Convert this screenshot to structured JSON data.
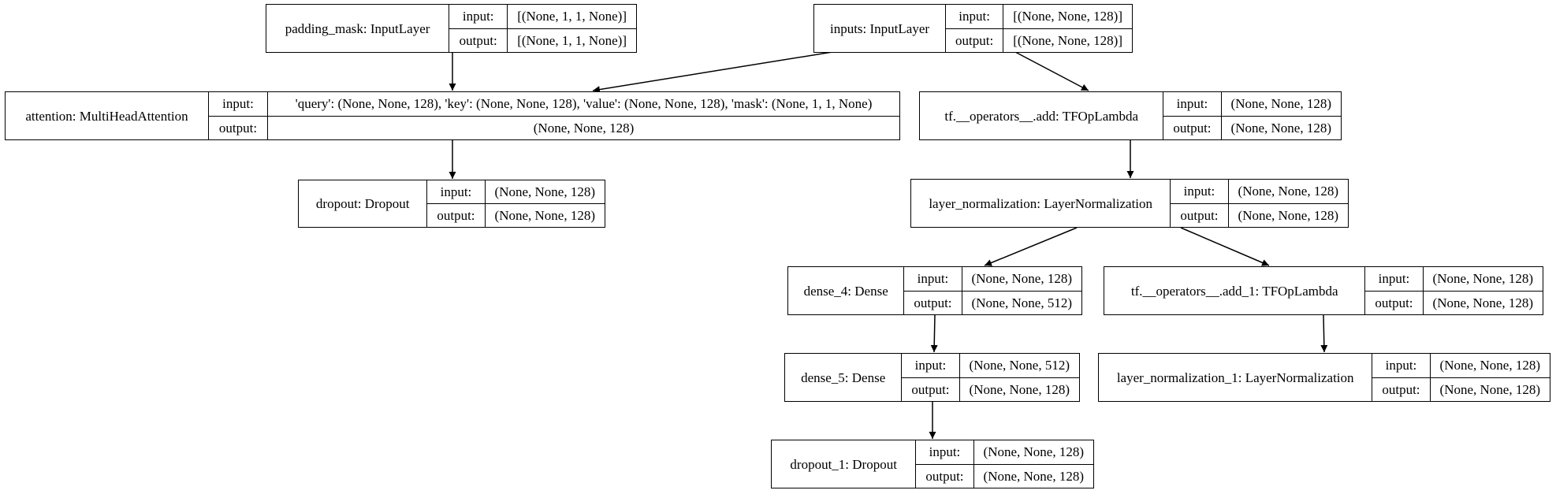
{
  "labels": {
    "input": "input:",
    "output": "output:"
  },
  "nodes": {
    "padding_mask": {
      "name": "padding_mask: InputLayer",
      "input": "[(None, 1, 1, None)]",
      "output": "[(None, 1, 1, None)]"
    },
    "inputs": {
      "name": "inputs: InputLayer",
      "input": "[(None, None, 128)]",
      "output": "[(None, None, 128)]"
    },
    "attention": {
      "name": "attention: MultiHeadAttention",
      "input": "'query': (None, None, 128), 'key': (None, None, 128), 'value': (None, None, 128), 'mask': (None, 1, 1, None)",
      "output": "(None, None, 128)"
    },
    "add": {
      "name": "tf.__operators__.add: TFOpLambda",
      "input": "(None, None, 128)",
      "output": "(None, None, 128)"
    },
    "dropout": {
      "name": "dropout: Dropout",
      "input": "(None, None, 128)",
      "output": "(None, None, 128)"
    },
    "layer_normalization": {
      "name": "layer_normalization: LayerNormalization",
      "input": "(None, None, 128)",
      "output": "(None, None, 128)"
    },
    "dense_4": {
      "name": "dense_4: Dense",
      "input": "(None, None, 128)",
      "output": "(None, None, 512)"
    },
    "add_1": {
      "name": "tf.__operators__.add_1: TFOpLambda",
      "input": "(None, None, 128)",
      "output": "(None, None, 128)"
    },
    "dense_5": {
      "name": "dense_5: Dense",
      "input": "(None, None, 512)",
      "output": "(None, None, 128)"
    },
    "layer_normalization_1": {
      "name": "layer_normalization_1: LayerNormalization",
      "input": "(None, None, 128)",
      "output": "(None, None, 128)"
    },
    "dropout_1": {
      "name": "dropout_1: Dropout",
      "input": "(None, None, 128)",
      "output": "(None, None, 128)"
    }
  }
}
